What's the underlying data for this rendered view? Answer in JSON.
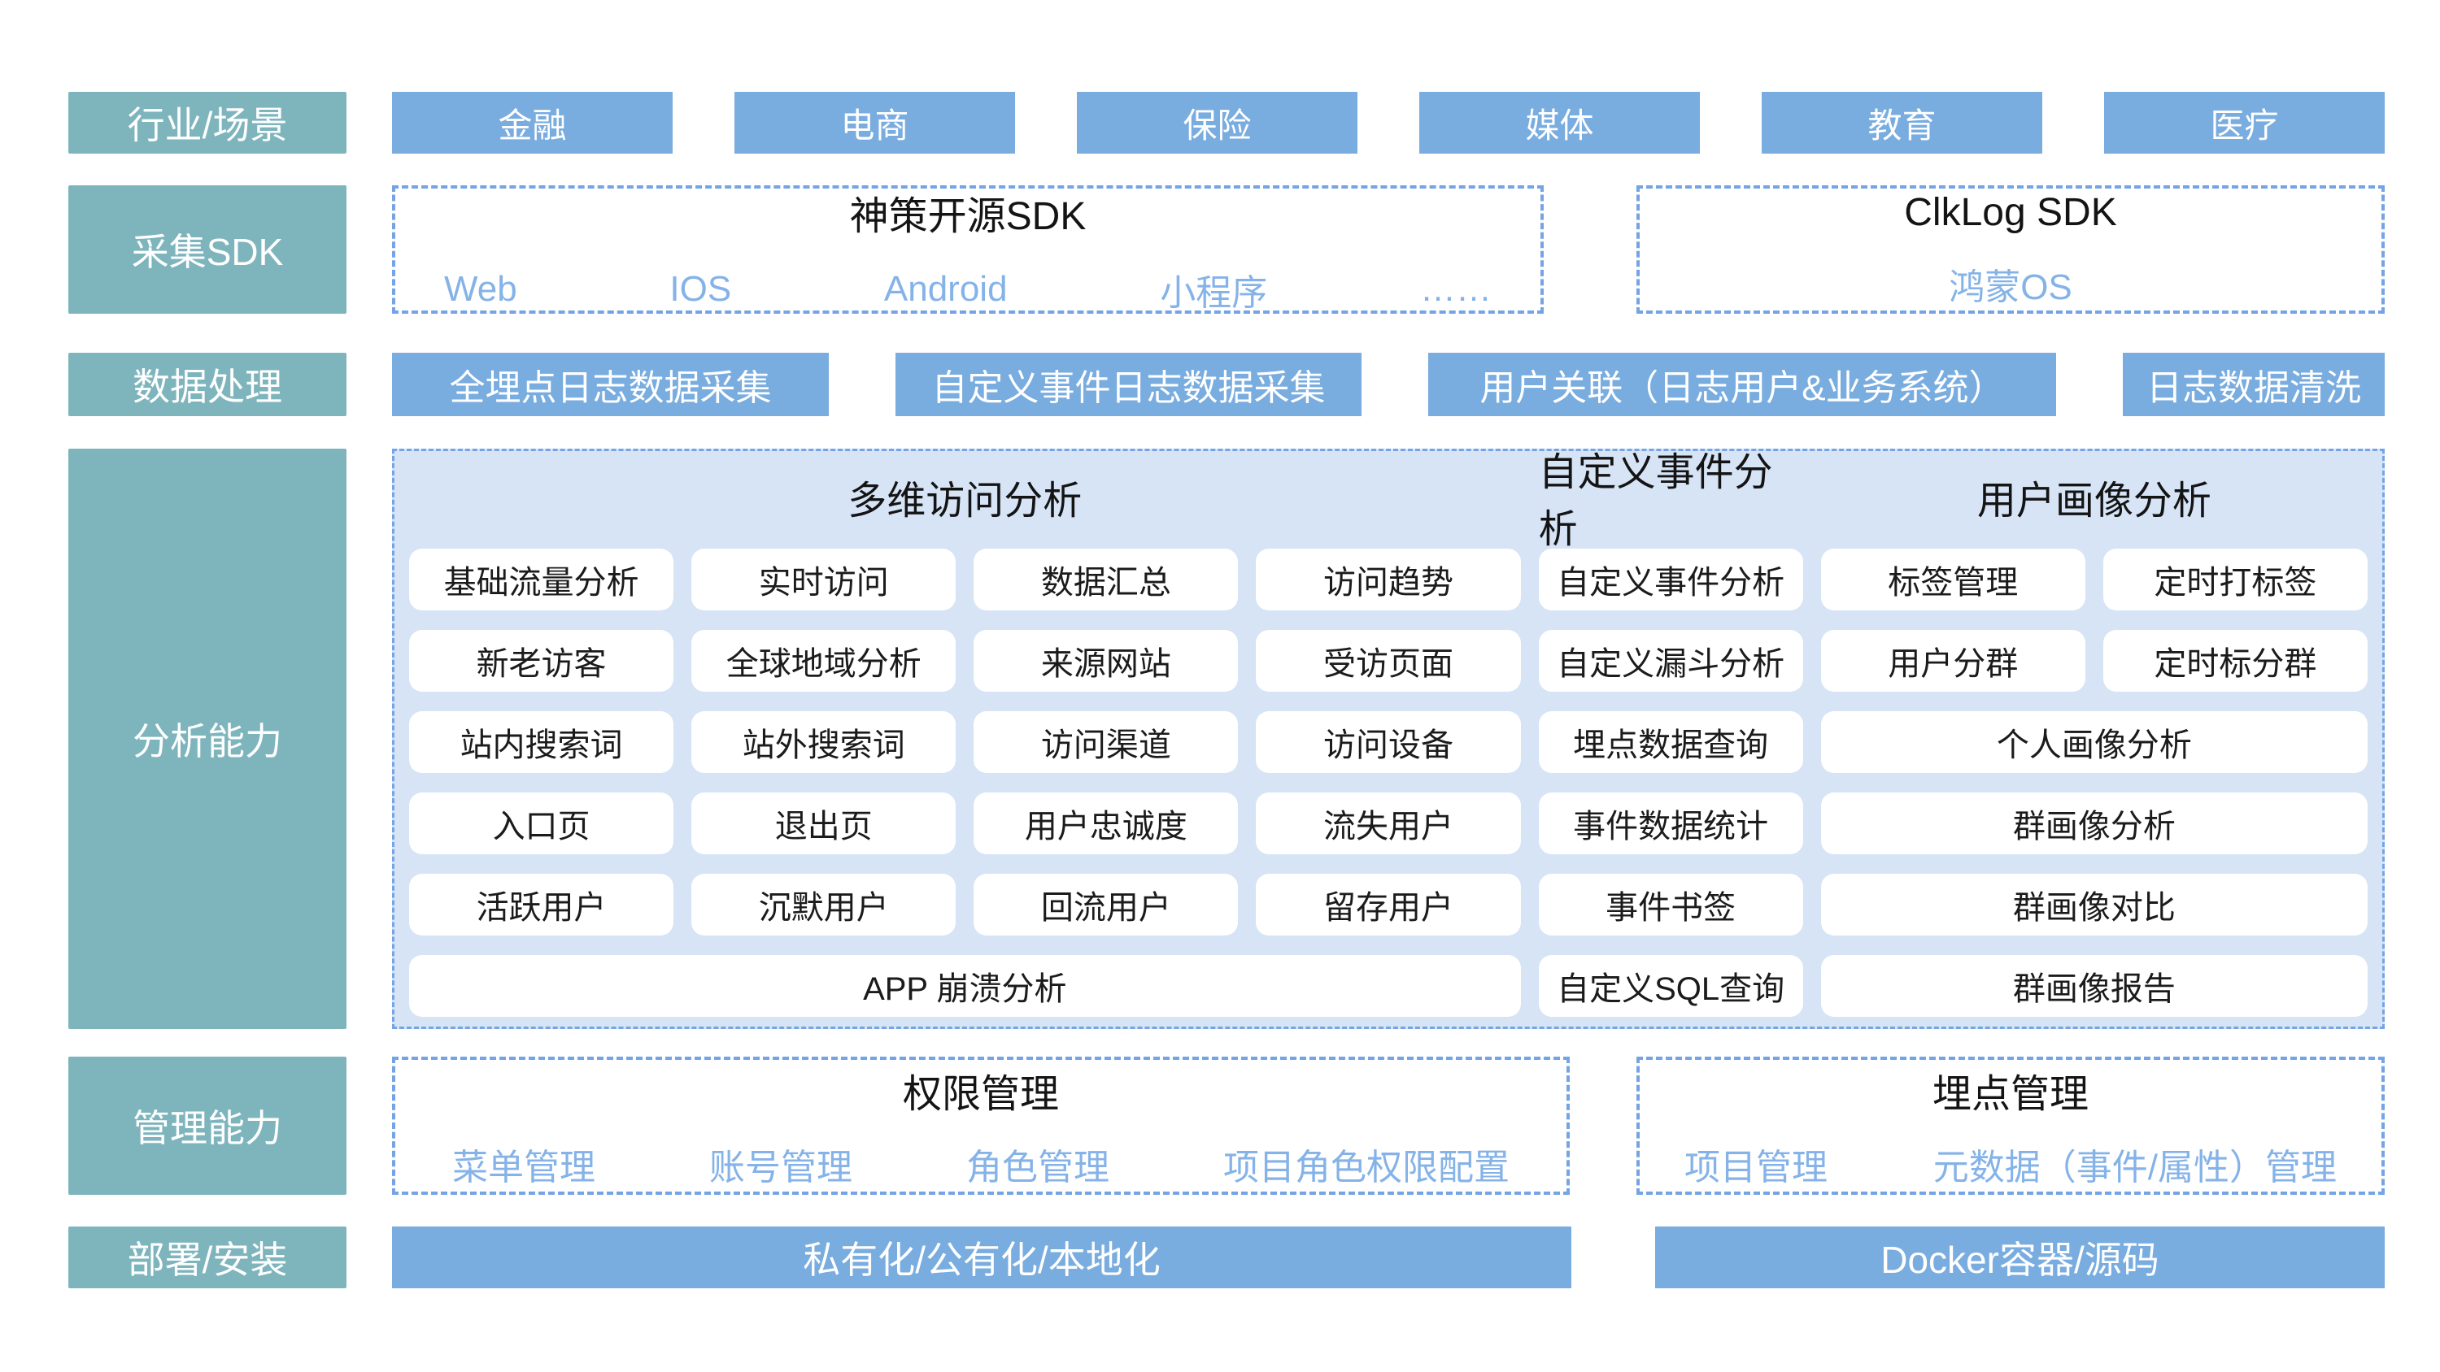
{
  "colors": {
    "rail_teal": "#7eb5bd",
    "box_blue": "#79acdf",
    "panel_light_blue": "#d6e4f6",
    "dashed_border_blue": "#74a4e6",
    "sub_item_blue": "#85b3e8",
    "title_black": "#141414",
    "white": "#ffffff"
  },
  "industry": {
    "label": "行业/场景",
    "items": [
      "金融",
      "电商",
      "保险",
      "媒体",
      "教育",
      "医疗"
    ]
  },
  "sdk": {
    "label": "采集SDK",
    "boxes": [
      {
        "title": "神策开源SDK",
        "items": [
          "Web",
          "IOS",
          "Android",
          "小程序",
          "……"
        ]
      },
      {
        "title": "ClkLog SDK",
        "items": [
          "鸿蒙OS"
        ]
      }
    ]
  },
  "processing": {
    "label": "数据处理",
    "items": [
      "全埋点日志数据采集",
      "自定义事件日志数据采集",
      "用户关联（日志用户&业务系统）",
      "日志数据清洗"
    ]
  },
  "analysis": {
    "label": "分析能力",
    "section_headers": [
      "多维访问分析",
      "自定义事件分析",
      "用户画像分析"
    ],
    "rows": [
      [
        "基础流量分析",
        "实时访问",
        "数据汇总",
        "访问趋势",
        "自定义事件分析",
        "标签管理",
        "定时打标签"
      ],
      [
        "新老访客",
        "全球地域分析",
        "来源网站",
        "受访页面",
        "自定义漏斗分析",
        "用户分群",
        "定时标分群"
      ],
      [
        "站内搜索词",
        "站外搜索词",
        "访问渠道",
        "访问设备",
        "埋点数据查询",
        "个人画像分析"
      ],
      [
        "入口页",
        "退出页",
        "用户忠诚度",
        "流失用户",
        "事件数据统计",
        "群画像分析"
      ],
      [
        "活跃用户",
        "沉默用户",
        "回流用户",
        "留存用户",
        "事件书签",
        "群画像对比"
      ],
      [
        "APP 崩溃分析",
        "自定义SQL查询",
        "群画像报告"
      ]
    ]
  },
  "management": {
    "label": "管理能力",
    "boxes": [
      {
        "title": "权限管理",
        "items": [
          "菜单管理",
          "账号管理",
          "角色管理",
          "项目角色权限配置"
        ]
      },
      {
        "title": "埋点管理",
        "items": [
          "项目管理",
          "元数据（事件/属性）管理"
        ]
      }
    ]
  },
  "deployment": {
    "label": "部署/安装",
    "items": [
      "私有化/公有化/本地化",
      "Docker容器/源码"
    ]
  }
}
